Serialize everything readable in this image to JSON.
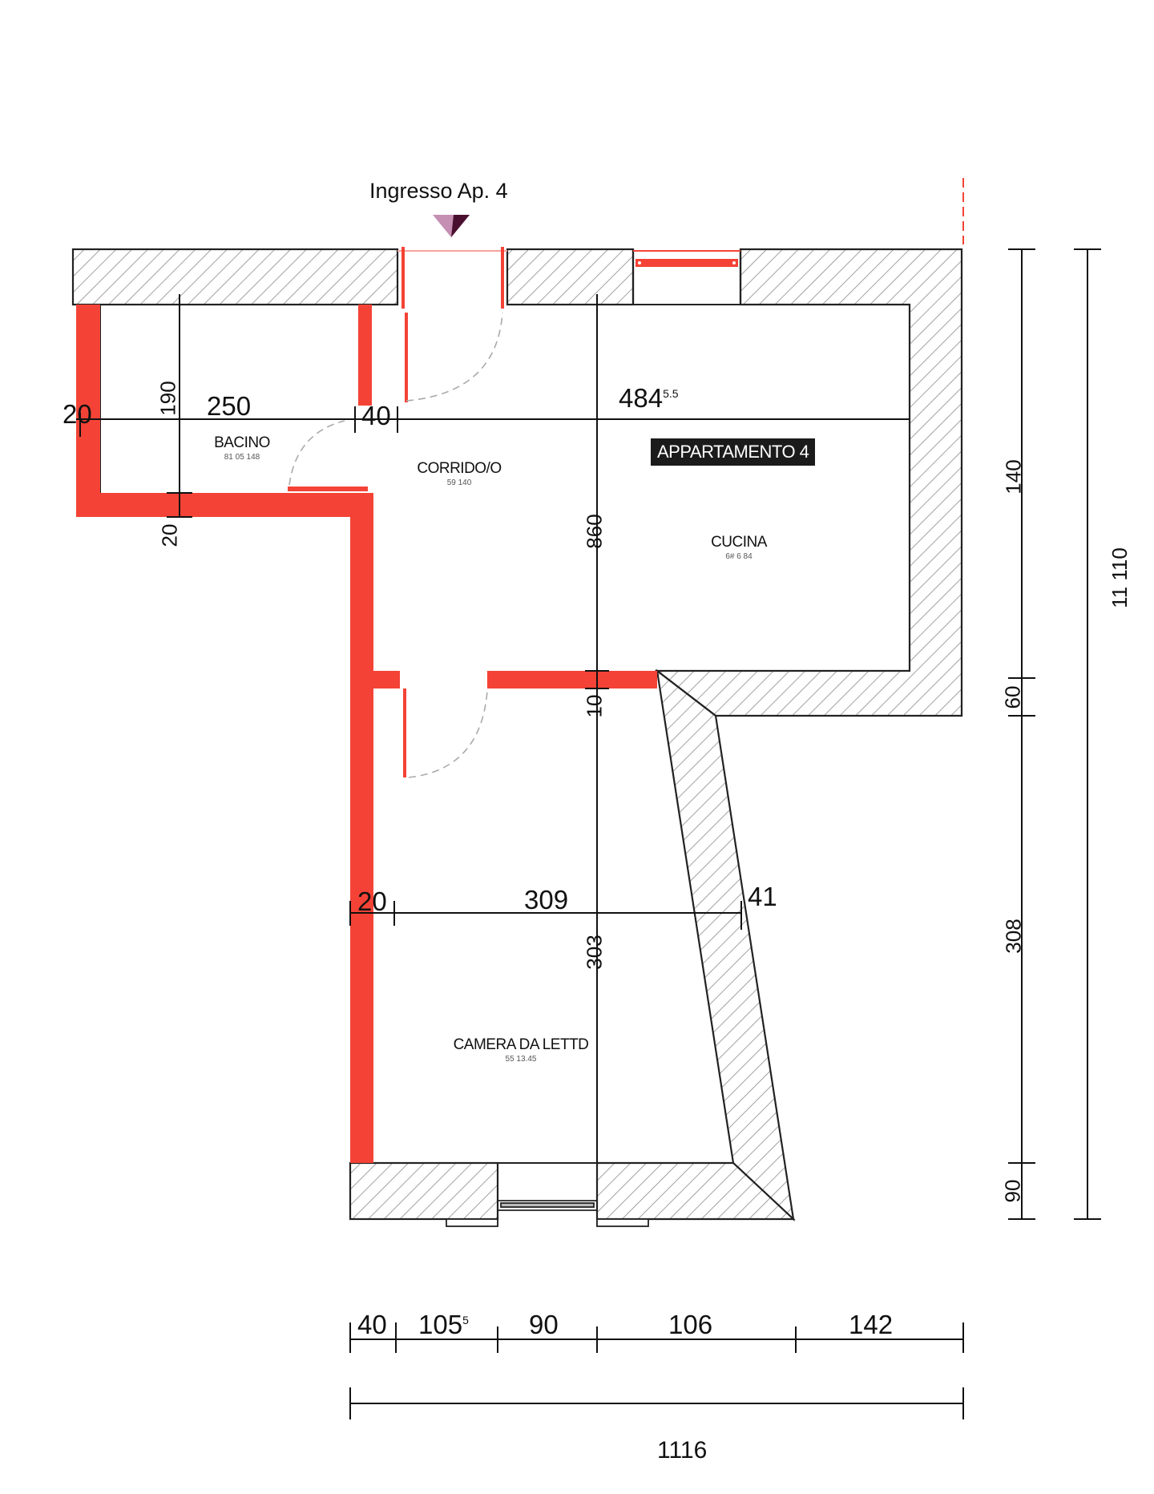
{
  "plan": {
    "entrance_label": "Ingresso Ap. 4",
    "apartment_badge": "APPARTAMENTO 4",
    "colors": {
      "new_wall": "#f44336",
      "existing_wall_line": "#222222",
      "hatch": "#777777",
      "badge_bg": "#1b1b1b",
      "entrance_marker_light": "#c48fb3",
      "entrance_marker_dark": "#4a0f2e"
    }
  },
  "rooms": [
    {
      "name": "BACINO",
      "sub": "81 05 148"
    },
    {
      "name": "CORRIDO/O",
      "sub": "59 140"
    },
    {
      "name": "CUCINA",
      "sub": "6# 6 84"
    },
    {
      "name": "CAMERA DA LETTD",
      "sub": "55 13.45"
    }
  ],
  "dimensions": {
    "inner": {
      "d20_left": "20",
      "d190": "190",
      "d250": "250",
      "d40": "40",
      "d484": "484",
      "d484_sup": "5.5",
      "d20_bottom": "20",
      "d860": "860",
      "d10": "10",
      "d20_bed": "20",
      "d309": "309",
      "d41": "41",
      "d303": "303"
    },
    "right_chain": [
      "140",
      "60",
      "308",
      "90"
    ],
    "right_total": "11 110",
    "bottom_chain": [
      "40",
      "105",
      "90",
      "106",
      "142"
    ],
    "bottom_chain_sup": "5",
    "bottom_total": "1116"
  }
}
